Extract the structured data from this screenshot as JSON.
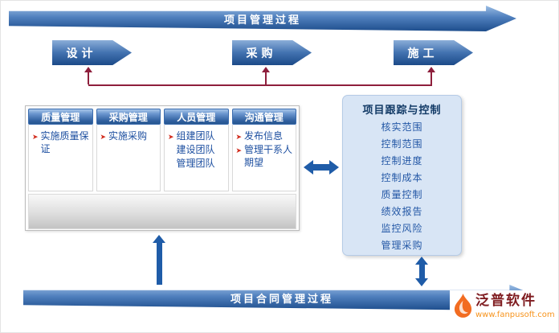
{
  "top_banner": {
    "label": "项目管理过程"
  },
  "phases": [
    {
      "label": "设计"
    },
    {
      "label": "采购"
    },
    {
      "label": "施工"
    }
  ],
  "process_panel": {
    "columns": [
      {
        "header": "质量管理",
        "entries": [
          {
            "bullet": true,
            "text": "实施质量保证"
          }
        ]
      },
      {
        "header": "采购管理",
        "entries": [
          {
            "bullet": true,
            "text": "实施采购"
          }
        ]
      },
      {
        "header": "人员管理",
        "entries": [
          {
            "bullet": true,
            "text": "组建团队"
          },
          {
            "bullet": false,
            "text": "建设团队"
          },
          {
            "bullet": false,
            "text": "管理团队"
          }
        ]
      },
      {
        "header": "沟通管理",
        "entries": [
          {
            "bullet": true,
            "text": "发布信息"
          },
          {
            "bullet": true,
            "text": "管理干系人期望"
          }
        ]
      }
    ]
  },
  "tracking_panel": {
    "title": "项目跟踪与控制",
    "items": [
      "核实范围",
      "控制范围",
      "控制进度",
      "控制成本",
      "质量控制",
      "绩效报告",
      "监控风险",
      "管理采购"
    ]
  },
  "bottom_banner": {
    "label": "项目合同管理过程"
  },
  "logo": {
    "name": "泛普软件",
    "url": "www.fanpusoft.com"
  },
  "icons": {
    "bullet": "➤"
  },
  "colors": {
    "banner_blue": "#2d64a8",
    "arrow_blue": "#1f5ca8",
    "connector_red": "#8e1f3c",
    "item_text_blue": "#1d4fa0",
    "bullet_red": "#d22d1e",
    "tracking_panel_bg": "#d8e5f5",
    "tracking_title": "#123a66",
    "logo_name_color": "#7f1c20",
    "logo_url_color": "#f7941d"
  }
}
